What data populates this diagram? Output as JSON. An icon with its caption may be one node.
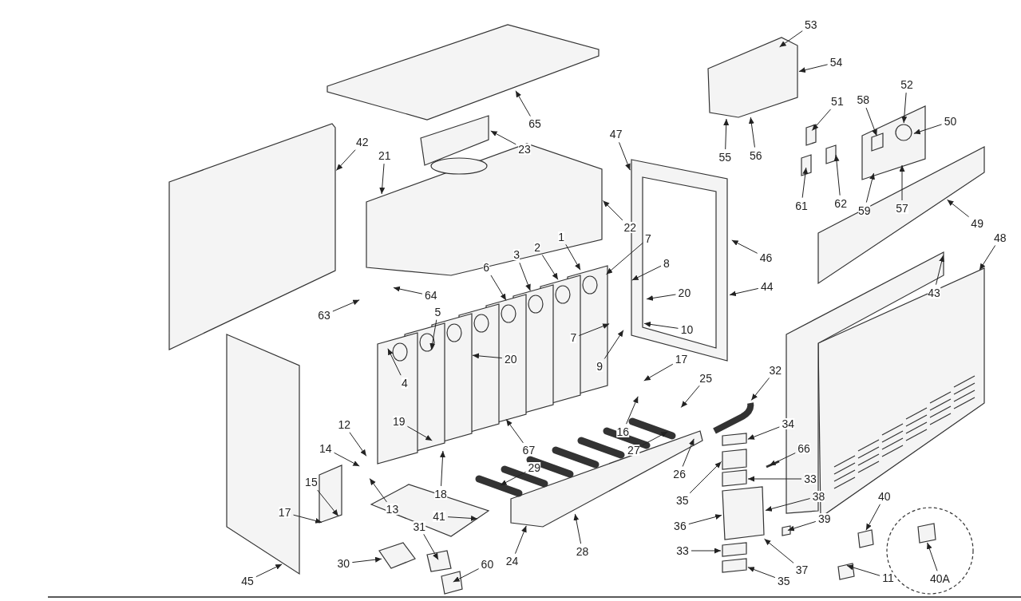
{
  "diagram": {
    "nodes": [
      {
        "text": [
          "53"
        ]
      },
      {
        "text": [
          "54"
        ]
      },
      {
        "text": [
          "51"
        ]
      },
      {
        "text": [
          "62"
        ]
      },
      {
        "text": [
          "58"
        ]
      },
      {
        "text": [
          "52"
        ]
      },
      {
        "text": [
          "65"
        ]
      },
      {
        "text": [
          "23"
        ]
      },
      {
        "text": [
          "55"
        ]
      },
      {
        "text": [
          "56"
        ]
      },
      {
        "text": [
          "61"
        ]
      },
      {
        "text": [
          "50"
        ]
      },
      {
        "text": [
          "57"
        ]
      },
      {
        "text": [
          "59"
        ]
      },
      {
        "text": [
          "42"
        ]
      },
      {
        "text": [
          "21"
        ]
      },
      {
        "text": [
          "47"
        ]
      },
      {
        "text": [
          "49"
        ]
      },
      {
        "text": [
          "22"
        ]
      },
      {
        "text": [
          "43"
        ]
      },
      {
        "text": [
          "1"
        ]
      },
      {
        "text": [
          "7"
        ]
      },
      {
        "text": [
          "8"
        ]
      },
      {
        "text": [
          "48"
        ]
      },
      {
        "text": [
          "46"
        ]
      },
      {
        "text": [
          "2"
        ]
      },
      {
        "text": [
          "3"
        ]
      },
      {
        "text": [
          "6"
        ]
      },
      {
        "text": [
          "44"
        ]
      },
      {
        "text": [
          "20"
        ]
      },
      {
        "text": [
          "64"
        ]
      },
      {
        "text": [
          "20"
        ]
      },
      {
        "text": [
          "7"
        ]
      },
      {
        "text": [
          "9"
        ]
      },
      {
        "text": [
          "5"
        ]
      },
      {
        "text": [
          "63"
        ]
      },
      {
        "text": [
          "4"
        ]
      },
      {
        "text": [
          "10"
        ]
      },
      {
        "text": [
          "17"
        ]
      },
      {
        "text": [
          "16"
        ]
      },
      {
        "text": [
          "27"
        ]
      },
      {
        "text": [
          "25"
        ]
      },
      {
        "text": [
          "26"
        ]
      },
      {
        "text": [
          "32"
        ]
      },
      {
        "text": [
          "34"
        ]
      },
      {
        "text": [
          "12"
        ]
      },
      {
        "text": [
          "67"
        ]
      },
      {
        "text": [
          "35"
        ]
      },
      {
        "text": [
          "14"
        ]
      },
      {
        "text": [
          "29"
        ]
      },
      {
        "text": [
          "19"
        ]
      },
      {
        "text": [
          "18"
        ]
      },
      {
        "text": [
          "33"
        ]
      },
      {
        "text": [
          "13"
        ]
      },
      {
        "text": [
          "36"
        ]
      },
      {
        "text": [
          "66"
        ]
      },
      {
        "text": [
          "17"
        ]
      },
      {
        "text": [
          "15"
        ]
      },
      {
        "text": [
          "38"
        ]
      },
      {
        "text": [
          "33"
        ]
      },
      {
        "text": [
          "39"
        ]
      },
      {
        "text": [
          "45"
        ]
      },
      {
        "text": [
          "30"
        ]
      },
      {
        "text": [
          "41"
        ]
      },
      {
        "text": [
          "31"
        ]
      },
      {
        "text": [
          "35"
        ]
      },
      {
        "text": [
          "24"
        ]
      },
      {
        "text": [
          "28"
        ]
      },
      {
        "text": [
          "60"
        ]
      },
      {
        "text": [
          "37"
        ]
      },
      {
        "text": [
          "11"
        ]
      },
      {
        "text": [
          "40"
        ]
      },
      {
        "text": [
          "40A"
        ]
      }
    ],
    "edges": [
      {
        "from": 0,
        "to": null,
        "arrow": "to"
      },
      {
        "from": 1,
        "to": null,
        "arrow": "to"
      },
      {
        "from": 2,
        "to": null,
        "arrow": "to"
      },
      {
        "from": 3,
        "to": null,
        "arrow": "to"
      },
      {
        "from": 4,
        "to": null,
        "arrow": "to"
      },
      {
        "from": 5,
        "to": null,
        "arrow": "to"
      },
      {
        "from": 6,
        "to": null,
        "arrow": "to"
      },
      {
        "from": 7,
        "to": null,
        "arrow": "to"
      },
      {
        "from": 8,
        "to": null,
        "arrow": "to"
      },
      {
        "from": 9,
        "to": null,
        "arrow": "to"
      },
      {
        "from": 10,
        "to": null,
        "arrow": "to"
      },
      {
        "from": 11,
        "to": null,
        "arrow": "to"
      },
      {
        "from": 12,
        "to": null,
        "arrow": "to"
      },
      {
        "from": 13,
        "to": null,
        "arrow": "to"
      },
      {
        "from": 14,
        "to": null,
        "arrow": "to"
      },
      {
        "from": 15,
        "to": null,
        "arrow": "to"
      },
      {
        "from": 16,
        "to": null,
        "arrow": "to"
      },
      {
        "from": 17,
        "to": null,
        "arrow": "to"
      },
      {
        "from": 18,
        "to": null,
        "arrow": "to"
      },
      {
        "from": 19,
        "to": null,
        "arrow": "to"
      },
      {
        "from": 20,
        "to": null,
        "arrow": "to"
      },
      {
        "from": 21,
        "to": null,
        "arrow": "to"
      },
      {
        "from": 22,
        "to": null,
        "arrow": "to"
      },
      {
        "from": 23,
        "to": null,
        "arrow": "to"
      },
      {
        "from": 24,
        "to": null,
        "arrow": "to"
      },
      {
        "from": 25,
        "to": null,
        "arrow": "to"
      },
      {
        "from": 26,
        "to": null,
        "arrow": "to"
      },
      {
        "from": 27,
        "to": null,
        "arrow": "to"
      },
      {
        "from": 28,
        "to": null,
        "arrow": "to"
      },
      {
        "from": 29,
        "to": null,
        "arrow": "to"
      },
      {
        "from": 30,
        "to": null,
        "arrow": "to"
      },
      {
        "from": 31,
        "to": null,
        "arrow": "to"
      },
      {
        "from": 32,
        "to": null,
        "arrow": "to"
      },
      {
        "from": 33,
        "to": null,
        "arrow": "to"
      },
      {
        "from": 34,
        "to": null,
        "arrow": "to"
      },
      {
        "from": 35,
        "to": null,
        "arrow": "to"
      },
      {
        "from": 36,
        "to": null,
        "arrow": "to"
      },
      {
        "from": 37,
        "to": null,
        "arrow": "to"
      },
      {
        "from": 38,
        "to": null,
        "arrow": "to"
      },
      {
        "from": 39,
        "to": null,
        "arrow": "to"
      },
      {
        "from": 40,
        "to": null,
        "arrow": "to"
      },
      {
        "from": 41,
        "to": null,
        "arrow": "to"
      },
      {
        "from": 42,
        "to": null,
        "arrow": "to"
      },
      {
        "from": 43,
        "to": null,
        "arrow": "to"
      },
      {
        "from": 44,
        "to": null,
        "arrow": "to"
      },
      {
        "from": 45,
        "to": null,
        "arrow": "to"
      },
      {
        "from": 46,
        "to": null,
        "arrow": "to"
      },
      {
        "from": 47,
        "to": null,
        "arrow": "to"
      },
      {
        "from": 48,
        "to": null,
        "arrow": "to"
      },
      {
        "from": 49,
        "to": null,
        "arrow": "to"
      },
      {
        "from": 50,
        "to": null,
        "arrow": "to"
      },
      {
        "from": 51,
        "to": null,
        "arrow": "to"
      },
      {
        "from": 52,
        "to": null,
        "arrow": "to"
      },
      {
        "from": 53,
        "to": null,
        "arrow": "to"
      },
      {
        "from": 54,
        "to": null,
        "arrow": "to"
      },
      {
        "from": 55,
        "to": null,
        "arrow": "to"
      },
      {
        "from": 56,
        "to": null,
        "arrow": "to"
      },
      {
        "from": 57,
        "to": null,
        "arrow": "to"
      },
      {
        "from": 58,
        "to": null,
        "arrow": "to"
      },
      {
        "from": 59,
        "to": null,
        "arrow": "to"
      },
      {
        "from": 60,
        "to": null,
        "arrow": "to"
      },
      {
        "from": 61,
        "to": null,
        "arrow": "to"
      },
      {
        "from": 62,
        "to": null,
        "arrow": "to"
      },
      {
        "from": 63,
        "to": null,
        "arrow": "to"
      },
      {
        "from": 64,
        "to": null,
        "arrow": "to"
      },
      {
        "from": 65,
        "to": null,
        "arrow": "to"
      },
      {
        "from": 66,
        "to": null,
        "arrow": "to"
      },
      {
        "from": 67,
        "to": null,
        "arrow": "to"
      },
      {
        "from": 68,
        "to": null,
        "arrow": "to"
      },
      {
        "from": 69,
        "to": null,
        "arrow": "to"
      },
      {
        "from": 70,
        "to": null,
        "arrow": "to"
      },
      {
        "from": 71,
        "to": null,
        "arrow": "to"
      },
      {
        "from": 72,
        "to": null,
        "arrow": "to"
      }
    ]
  }
}
